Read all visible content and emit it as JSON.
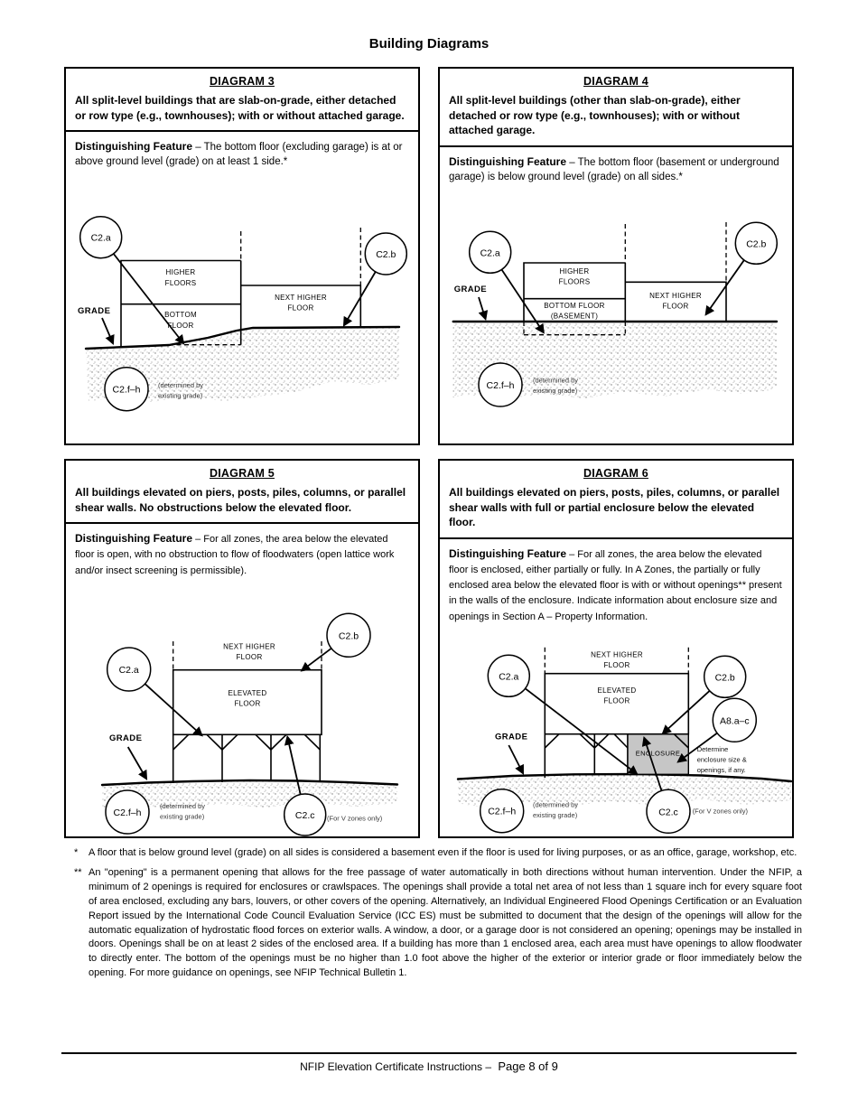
{
  "page": {
    "title": "Building Diagrams",
    "footer_left": "NFIP Elevation Certificate Instructions –",
    "footer_right": "Page 8 of 9"
  },
  "diagrams": [
    {
      "title": "DIAGRAM 3",
      "description": "All split-level buildings that are slab-on-grade, either detached or row type (e.g., townhouses); with or without attached garage.",
      "feature_label": "Distinguishing Feature",
      "feature_text": " – The bottom floor (excluding garage) is at or above ground level (grade) on at least 1 side.*",
      "labels": {
        "c2a": "C2.a",
        "c2b": "C2.b",
        "cfh": "C2.f–h",
        "grade": "GRADE",
        "higher_floors": [
          "HIGHER",
          "FLOORS"
        ],
        "bottom_floor": [
          "BOTTOM",
          "FLOOR"
        ],
        "next_higher": [
          "NEXT HIGHER",
          "FLOOR"
        ],
        "determined": [
          "(determined by",
          "existing grade)"
        ]
      }
    },
    {
      "title": "DIAGRAM 4",
      "description": "All split-level buildings (other than slab-on-grade), either detached or row type (e.g., townhouses); with or without attached garage.",
      "feature_label": "Distinguishing Feature",
      "feature_text": " – The bottom floor (basement or underground garage) is below ground level (grade) on all sides.*",
      "labels": {
        "c2a": "C2.a",
        "c2b": "C2.b",
        "cfh": "C2.f–h",
        "grade": "GRADE",
        "higher_floors": [
          "HIGHER",
          "FLOORS"
        ],
        "bottom_floor": [
          "BOTTOM FLOOR",
          "(BASEMENT)"
        ],
        "next_higher": [
          "NEXT HIGHER",
          "FLOOR"
        ],
        "determined": [
          "(determined by",
          "existing grade)"
        ]
      }
    },
    {
      "title": "DIAGRAM 5",
      "description": "All buildings elevated on piers, posts, piles, columns, or parallel shear walls. No obstructions below the elevated floor.",
      "feature_label": "Distinguishing Feature",
      "feature_text": " – For all zones, the area below the elevated floor is open, with no obstruction to flow of floodwaters (open lattice work and/or insect screening is permissible).",
      "labels": {
        "c2a": "C2.a",
        "c2b": "C2.b",
        "c2c": "C2.c",
        "cfh": "C2.f–h",
        "grade": "GRADE",
        "next_higher": [
          "NEXT HIGHER",
          "FLOOR"
        ],
        "elevated": [
          "ELEVATED",
          "FLOOR"
        ],
        "determined": [
          "(determined by",
          "existing grade)"
        ],
        "v_zones": "(For V zones only)"
      }
    },
    {
      "title": "DIAGRAM 6",
      "description": "All buildings elevated on piers, posts, piles, columns, or parallel shear walls with full or partial enclosure below the elevated floor.",
      "feature_label": "Distinguishing Feature",
      "feature_text": " – For all zones, the area below the elevated floor is enclosed, either partially or fully.  In A Zones, the partially or fully enclosed area below the elevated floor is with or without openings** present in the walls of the enclosure.  Indicate information about enclosure size and openings in Section A – Property Information.",
      "labels": {
        "c2a": "C2.a",
        "c2b": "C2.b",
        "c2c": "C2.c",
        "a8": "A8.a–c",
        "cfh": "C2.f–h",
        "grade": "GRADE",
        "next_higher": [
          "NEXT HIGHER",
          "FLOOR"
        ],
        "elevated": [
          "ELEVATED",
          "FLOOR"
        ],
        "enclosure": "ENCLOSURE",
        "determine_note": [
          "Determine",
          "enclosure size &",
          "openings, if any."
        ],
        "determined": [
          "(determined by",
          "existing grade)"
        ],
        "v_zones": "(For V zones only)"
      }
    }
  ],
  "footnotes": [
    {
      "marker": "*",
      "text": "A floor that is below ground level (grade) on all sides is considered a basement even if the floor is used for living purposes, or as an office, garage, workshop, etc."
    },
    {
      "marker": "**",
      "text": "An \"opening\" is a permanent opening that allows for the free passage of water automatically in both directions without human intervention. Under the NFIP, a minimum of 2 openings is required for enclosures or crawlspaces. The openings shall provide a total net area of not less than 1 square inch for every square foot of area enclosed, excluding any bars, louvers, or other covers of the opening. Alternatively, an Individual Engineered Flood Openings Certification or an Evaluation Report issued by the International Code Council Evaluation Service (ICC ES) must be submitted to document that the design of the openings will allow for the automatic equalization of hydrostatic flood forces on exterior walls. A window, a door, or a garage door is not considered an opening; openings may be installed in doors. Openings shall be on at least 2 sides of the enclosed area. If a building has more than 1 enclosed area, each area must have openings to allow floodwater to directly enter. The bottom of the openings must be no higher than 1.0 foot above the higher of the exterior or interior grade or floor immediately below the opening. For more guidance on openings, see NFIP Technical Bulletin 1."
    }
  ]
}
